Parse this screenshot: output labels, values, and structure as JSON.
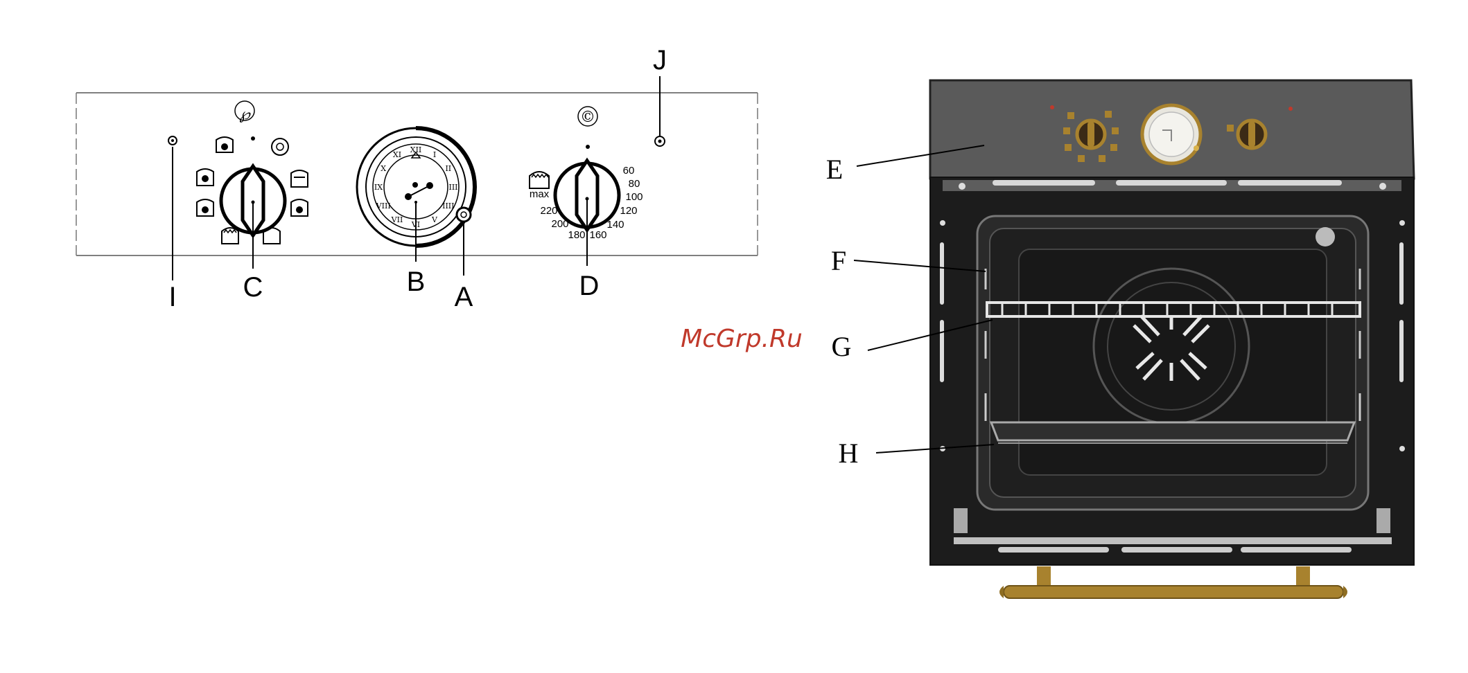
{
  "labels": {
    "A": "A",
    "B": "B",
    "C": "C",
    "D": "D",
    "E": "E",
    "F": "F",
    "G": "G",
    "H": "H",
    "I": "I",
    "J": "J"
  },
  "panel": {
    "function_symbol": "℘",
    "thermostat_symbol": "©",
    "temperature_marks": [
      "60",
      "80",
      "100",
      "120",
      "140",
      "160",
      "180",
      "200",
      "220"
    ],
    "max_label": "max",
    "clock_numerals": [
      "XII",
      "I",
      "II",
      "III",
      "IIII",
      "V",
      "VI",
      "VII",
      "VIII",
      "IX",
      "X",
      "XI"
    ]
  },
  "watermark": "McGrp.Ru",
  "colors": {
    "panel_line": "#555555",
    "oven_body": "#1c1c1c",
    "oven_panel": "#5a5a5a",
    "brass": "#a8822e",
    "watermark": "#c0392b"
  },
  "icons": [
    "indicator-lamp-icon",
    "fan-icon",
    "grill-icon",
    "defrost-icon",
    "bottom-heat-icon",
    "top-heat-icon",
    "clock-icon",
    "temperature-knob-icon",
    "function-knob-icon"
  ]
}
